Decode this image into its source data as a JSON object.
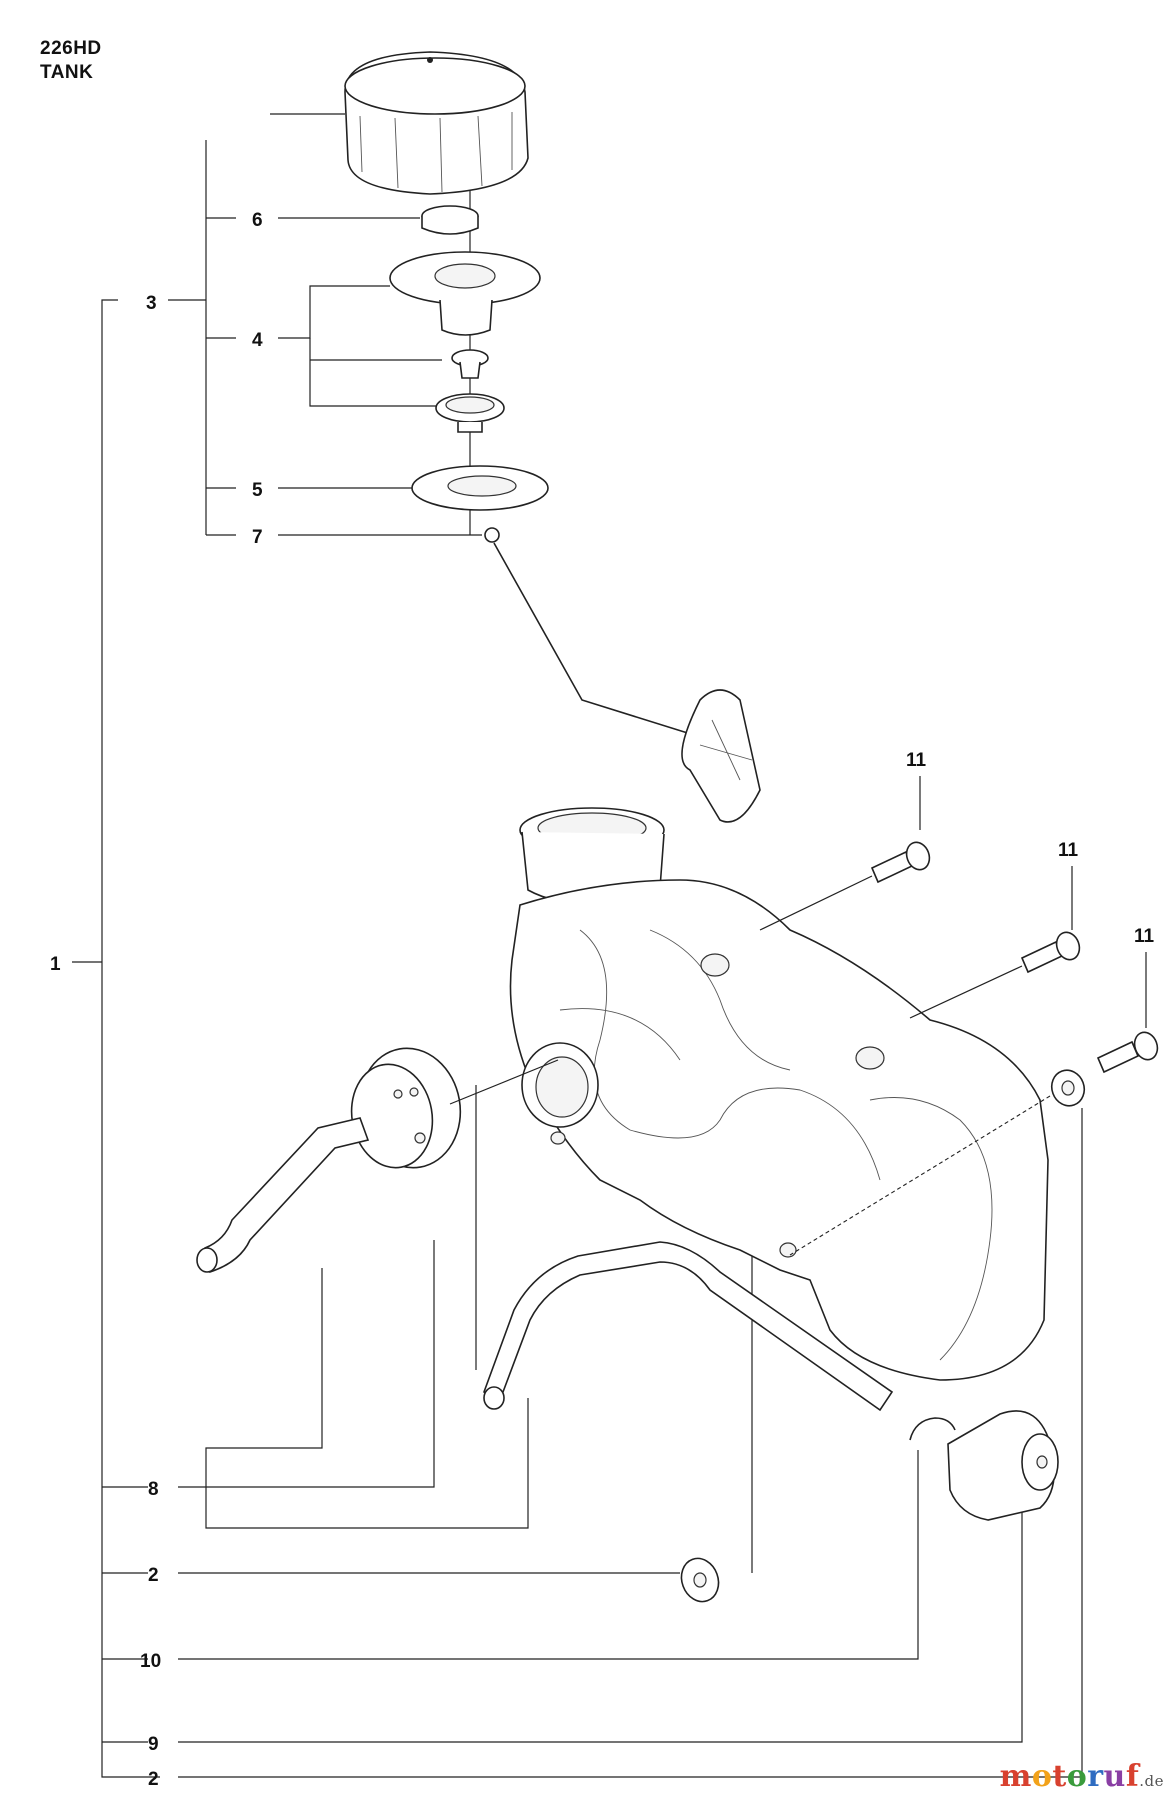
{
  "header": {
    "model": "226HD",
    "section": "TANK"
  },
  "callouts": {
    "c1": "1",
    "c2a": "2",
    "c2b": "2",
    "c3": "3",
    "c4": "4",
    "c5": "5",
    "c6": "6",
    "c7": "7",
    "c8": "8",
    "c9": "9",
    "c10": "10",
    "c11a": "11",
    "c11b": "11",
    "c11c": "11"
  },
  "watermark": {
    "letters": [
      "m",
      "o",
      "t",
      "o",
      "r",
      "u",
      "f"
    ],
    "suffix": ".de",
    "colors": [
      "#d8412f",
      "#f2a21a",
      "#d8412f",
      "#3a9b3c",
      "#2f6cc1",
      "#8a3fa4",
      "#d8412f"
    ]
  }
}
